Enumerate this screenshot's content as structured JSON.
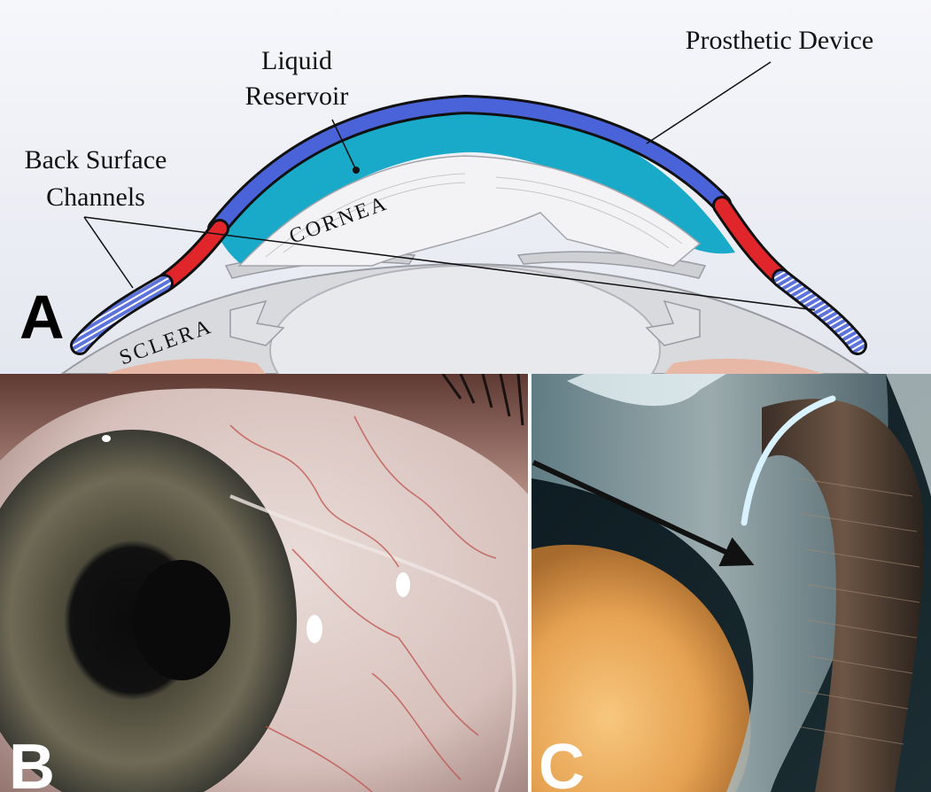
{
  "figure": {
    "panel_a": {
      "letter": "A",
      "labels": {
        "prosthetic_device": "Prosthetic Device",
        "liquid_line1": "Liquid",
        "liquid_line2": "Reservoir",
        "back_line1": "Back Surface",
        "back_line2": "Channels",
        "cornea": "CORNEA",
        "sclera": "SCLERA"
      },
      "colors": {
        "device": "#4b63d8",
        "reservoir": "#19a9c9",
        "haptic": "#e0262a",
        "channels": "#6a7fe0",
        "background": "#eef0f6"
      }
    },
    "panel_b": {
      "letter": "B"
    },
    "panel_c": {
      "letter": "C"
    }
  }
}
